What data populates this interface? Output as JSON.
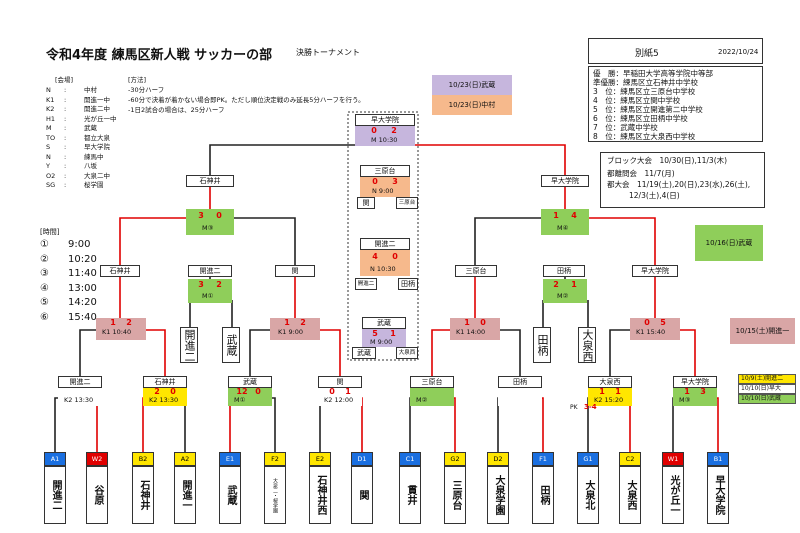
{
  "header": {
    "title": "令和4年度 練馬区新人戦 サッカーの部",
    "subtitle": "決勝トーナメント",
    "sheet": "別紙5",
    "date": "2022/10/24"
  },
  "venues": {
    "heading": "[会場]",
    "rows": [
      {
        "code": "N",
        "sep": ":",
        "name": "中村"
      },
      {
        "code": "K1",
        "sep": ":",
        "name": "開進一中"
      },
      {
        "code": "K2",
        "sep": ":",
        "name": "開進二中"
      },
      {
        "code": "H1",
        "sep": ":",
        "name": "光が丘一中"
      },
      {
        "code": "M",
        "sep": ":",
        "name": "武蔵"
      },
      {
        "code": "TO",
        "sep": ":",
        "name": "都立大泉"
      },
      {
        "code": "S",
        "sep": ":",
        "name": "早大学院"
      },
      {
        "code": "N",
        "sep": ":",
        "name": "練馬中"
      },
      {
        "code": "Y",
        "sep": ":",
        "name": "八坂"
      },
      {
        "code": "O2",
        "sep": ":",
        "name": "大泉二中"
      },
      {
        "code": "SG",
        "sep": ":",
        "name": "桜学園"
      }
    ]
  },
  "method": {
    "heading": "[方法]",
    "lines": [
      "-30分ハーフ",
      "-60分で決着が着かない場合即PK。ただし順位決定戦のみ延長5分ハーフを行う。",
      "-1日2試合の場合は、25分ハーフ"
    ]
  },
  "times": {
    "heading": "[時間]",
    "rows": [
      {
        "num": "①",
        "time": "9:00"
      },
      {
        "num": "②",
        "time": "10:20"
      },
      {
        "num": "③",
        "time": "11:40"
      },
      {
        "num": "④",
        "time": "13:00"
      },
      {
        "num": "⑤",
        "time": "14:20"
      },
      {
        "num": "⑥",
        "time": "15:40"
      }
    ]
  },
  "standings": {
    "rows": [
      "優　勝：早稲田大学高等学院中等部",
      "準優勝：練馬区立石神井中学校",
      "3　位：練馬区立三原台中学校",
      "4　位：練馬区立関中学校",
      "5　位：練馬区立開進第二中学校",
      "6　位：練馬区立田柄中学校",
      "7　位：武蔵中学校",
      "8　位：練馬区立大泉西中学校"
    ]
  },
  "events": {
    "block": "ブロック大会　10/30(日),11/3(木)",
    "metro_meeting": "都離問会　11/7(月)",
    "metro1": "都大会　11/19(土),20(日),23(水),26(土),",
    "metro2": "12/3(土),4(日)"
  },
  "date_notes": {
    "d1023a": "10/23(日)武蔵",
    "d1023b": "10/23(日)中村",
    "d1016": "10/16(日)武蔵",
    "d1015": "10/15(土)開進一",
    "legend": [
      "10/9(土)開進二",
      "10/10(日)早大",
      "10/10(日)武蔵"
    ]
  },
  "final": {
    "winner": "早大学院",
    "score_l": "0",
    "score_r": "2",
    "venue": "M 10:30"
  },
  "third": {
    "winner": "三原台",
    "score_l": "0",
    "score_r": "3",
    "venue": "N 9:00",
    "left": "関",
    "right": "三原台"
  },
  "fifth": {
    "winner": "開進二",
    "score_l": "4",
    "score_r": "0",
    "venue": "N 10:30",
    "left": "開進二",
    "right": "田柄"
  },
  "seventh": {
    "winner": "武蔵",
    "score_l": "5",
    "score_r": "1",
    "venue": "M 9:00",
    "left": "武蔵",
    "right": "大泉西"
  },
  "semis": {
    "left": {
      "winner": "石神井",
      "score_l": "3",
      "score_r": "0",
      "venue": "M③"
    },
    "right": {
      "winner": "早大学院",
      "score_l": "1",
      "score_r": "4",
      "venue": "M④"
    }
  },
  "qf": {
    "lw": {
      "winner": "石神井"
    },
    "lk": {
      "winner": "開進二",
      "score_l": "3",
      "score_r": "2",
      "venue": "M①"
    },
    "ls": {
      "winner": "関",
      "score_l": "1",
      "score_r": "2",
      "venue": "K1 9:00"
    },
    "lsl": {
      "score_l": "1",
      "score_r": "2",
      "venue": "K1 10:40"
    },
    "rm": {
      "winner": "三原台",
      "score_l": "1",
      "score_r": "0",
      "venue": "K1 14:00"
    },
    "rt": {
      "winner": "田柄",
      "score_l": "2",
      "score_r": "1",
      "venue": "M②"
    },
    "rw": {
      "winner": "早大学院",
      "score_l": "0",
      "score_r": "5",
      "venue": "K1 15:40"
    }
  },
  "placement_vertical": {
    "kaishin2": "開進二",
    "musashi": "武蔵",
    "tagara": "田柄",
    "oizumi_nishi": "大泉西"
  },
  "r1": [
    {
      "winner": "開進二",
      "score_l": "",
      "score_r": "",
      "venue": "K2 13:30"
    },
    {
      "winner": "石神井",
      "score_l": "2",
      "score_r": "0",
      "venue": "K2 13:30"
    },
    {
      "winner": "武蔵",
      "score_l": "12",
      "score_r": "0",
      "venue": "M①"
    },
    {
      "winner": "関",
      "score_l": "0",
      "score_r": "1",
      "venue": "K2 12:00"
    },
    {
      "winner": "三原台",
      "score_l": "",
      "score_r": "",
      "venue": "M②"
    },
    {
      "winner": "田柄",
      "score_l": "",
      "score_r": "",
      "venue": ""
    },
    {
      "winner": "大泉西",
      "score_l": "1",
      "score_r": "1",
      "venue": "K2 15:20",
      "pk": "PK",
      "pk_score": "3-4"
    },
    {
      "winner": "早大学院",
      "score_l": "1",
      "score_r": "3",
      "venue": "M③"
    }
  ],
  "teams": [
    {
      "seed": "A1",
      "name": "開進二",
      "color": "#1a6fe0"
    },
    {
      "seed": "W2",
      "name": "谷原",
      "color": "#e00000"
    },
    {
      "seed": "B2",
      "name": "石神井",
      "color": "#ffe600"
    },
    {
      "seed": "A2",
      "name": "開進一",
      "color": "#ffe600"
    },
    {
      "seed": "E1",
      "name": "武蔵",
      "color": "#1a6fe0"
    },
    {
      "seed": "F2",
      "name": "大泉二・桜学園",
      "color": "#ffe600"
    },
    {
      "seed": "E2",
      "name": "石神井西",
      "color": "#ffe600"
    },
    {
      "seed": "D1",
      "name": "関",
      "color": "#1a6fe0"
    },
    {
      "seed": "C1",
      "name": "貫井",
      "color": "#1a6fe0"
    },
    {
      "seed": "G2",
      "name": "三原台",
      "color": "#ffe600"
    },
    {
      "seed": "D2",
      "name": "大泉学園",
      "color": "#ffe600"
    },
    {
      "seed": "F1",
      "name": "田柄",
      "color": "#1a6fe0"
    },
    {
      "seed": "G1",
      "name": "大泉北",
      "color": "#1a6fe0"
    },
    {
      "seed": "C2",
      "name": "大泉西",
      "color": "#ffe600"
    },
    {
      "seed": "W1",
      "name": "光が丘一",
      "color": "#e00000"
    },
    {
      "seed": "B1",
      "name": "早大学院",
      "color": "#1a6fe0"
    }
  ],
  "colors": {
    "win_line": "#e00000",
    "lose_line": "#222222",
    "pink": "#d9a6a6",
    "green": "#8fce5a",
    "orange": "#f6b98c",
    "lavender": "#c6b6dd",
    "blue": "#1a6fe0",
    "yellow": "#ffe600",
    "red": "#e00000"
  }
}
